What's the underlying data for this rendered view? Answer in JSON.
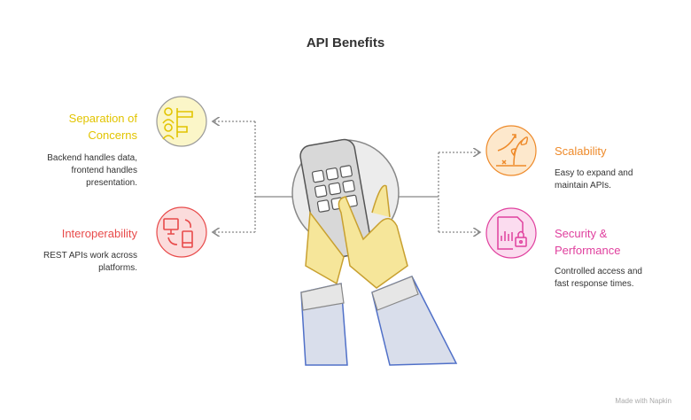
{
  "title": "API Benefits",
  "colors": {
    "yellow": "#e2c400",
    "red": "#e84a4a",
    "orange": "#ee8a2a",
    "pink": "#e0409e",
    "line": "#888888"
  },
  "items": [
    {
      "title_lines": [
        "Separation of",
        "Concerns"
      ],
      "desc_lines": [
        "Backend handles data,",
        "frontend handles",
        "presentation."
      ],
      "icon": "people-hierarchy-icon"
    },
    {
      "title_lines": [
        "Interoperability"
      ],
      "desc_lines": [
        "REST APIs work across",
        "platforms."
      ],
      "icon": "devices-sync-icon"
    },
    {
      "title_lines": [
        "Scalability"
      ],
      "desc_lines": [
        "Easy to expand and",
        "maintain APIs."
      ],
      "icon": "growth-plant-icon"
    },
    {
      "title_lines": [
        "Security &",
        "Performance"
      ],
      "desc_lines": [
        "Controlled access and",
        "fast response times."
      ],
      "icon": "document-lock-icon"
    }
  ],
  "watermark": "Made with Napkin"
}
